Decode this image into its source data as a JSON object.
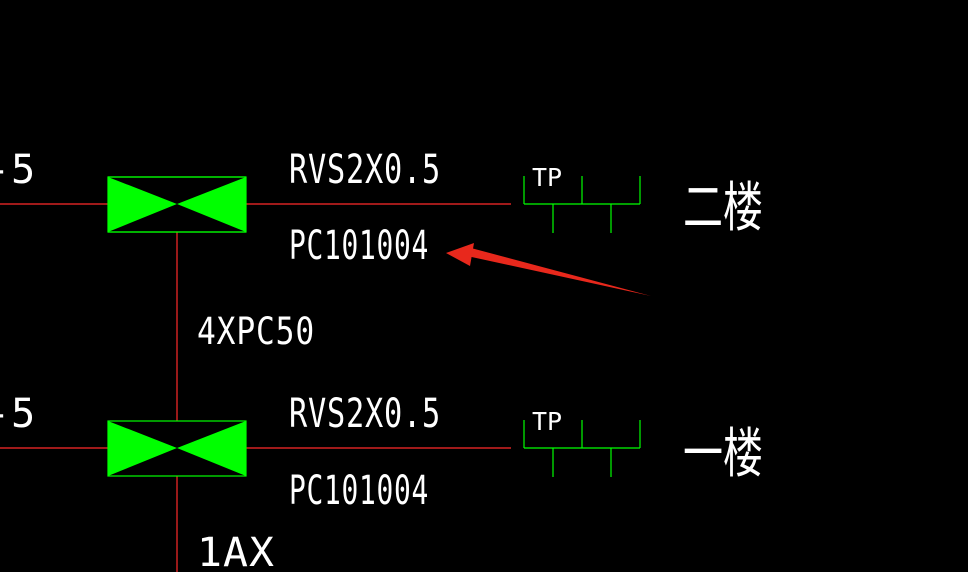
{
  "colors": {
    "background": "#000000",
    "wire": "#ff2a2a",
    "device_fill": "#00ff00",
    "terminal": "#00ff00",
    "text": "#ffffff",
    "annotation_arrow": "#e8281c"
  },
  "left_edge_label_top": "-5",
  "left_edge_label_bottom": "-5",
  "upper_branch": {
    "cable_label": "RVS2X0.5",
    "conduit_label": "PC101004",
    "terminal_label": "TP",
    "floor_label": "二楼"
  },
  "riser_label": "4XPC50",
  "lower_branch": {
    "cable_label": "RVS2X0.5",
    "conduit_label": "PC101004",
    "terminal_label": "TP",
    "floor_label": "一楼"
  },
  "bottom_label": "1AX",
  "icons": {
    "junction_box": "bowtie-junction-icon",
    "terminal_block": "tp-terminal-icon",
    "arrow": "red-arrow-icon"
  }
}
